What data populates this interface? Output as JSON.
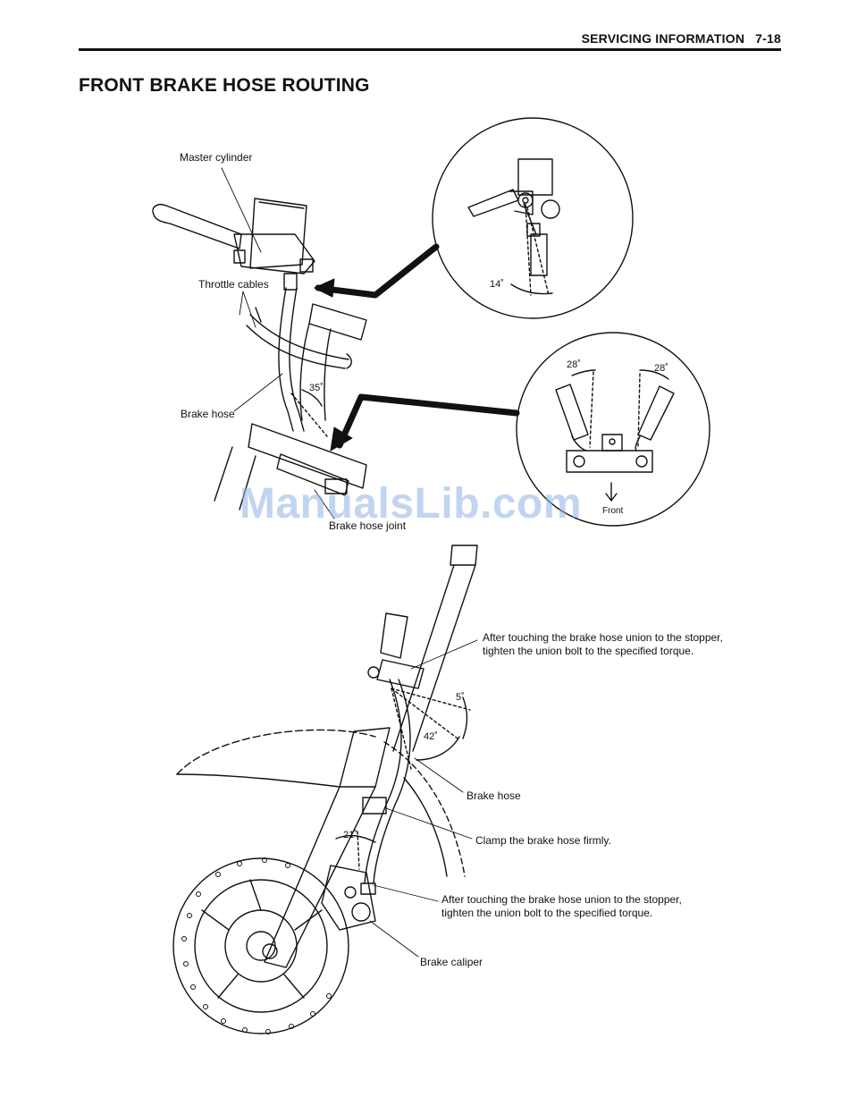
{
  "header": {
    "section": "SERVICING INFORMATION",
    "page": "7-18"
  },
  "title": "FRONT BRAKE HOSE ROUTING",
  "labels": {
    "master_cylinder": "Master cylinder",
    "throttle_cables": "Throttle cables",
    "brake_hose_upper": "Brake hose",
    "brake_hose_joint": "Brake hose joint",
    "note_top_line1": "After touching the brake hose union to the stopper,",
    "note_top_line2": "tighten the union bolt to the specified torque.",
    "brake_hose_lower": "Brake hose",
    "clamp": "Clamp the brake hose firmly.",
    "note_bottom_line1": "After touching the brake hose union to the stopper,",
    "note_bottom_line2": "tighten the union bolt to the specified torque.",
    "brake_caliper": "Brake caliper",
    "front": "Front"
  },
  "angles": {
    "master_cylinder_hose": "14˚",
    "hose_left": "28˚",
    "hose_right": "28˚",
    "upper_hose": "35˚",
    "stopper_a": "5˚",
    "stopper_b": "42˚",
    "caliper_hose": "21˚"
  },
  "watermark": "ManualsLib.com"
}
